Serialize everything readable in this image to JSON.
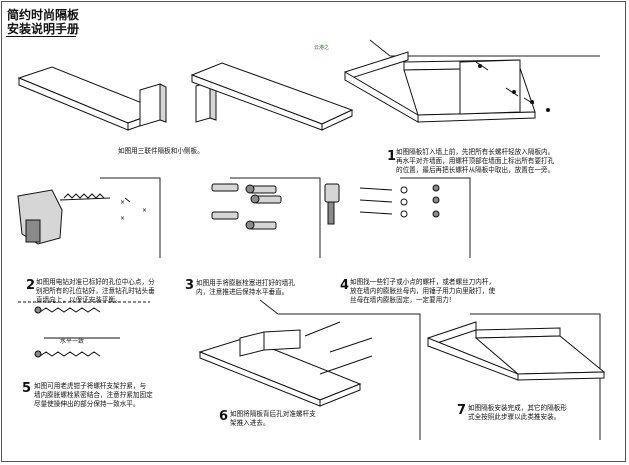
{
  "title": {
    "line1": "简约时尚隔板",
    "line2": "安装说明手册"
  },
  "watermark": "云港之",
  "steps": [
    {
      "number": "",
      "lines": [
        "如图用三联件隔板和小侧板。"
      ]
    },
    {
      "number": "1",
      "lines": [
        "如图隔板钉入墙上前，先把所有长螺杆轻放入隔板内。",
        "再水平对齐墙面，用螺杆顶部在墙面上标出所有要打孔",
        "的位置，最后再把长螺杆从隔板中取出，放置在一旁。"
      ]
    },
    {
      "number": "2",
      "lines": [
        "如图用电钻对准已标好的孔位中心点，分",
        "别把所有的孔位钻好，注意钻孔时钻头垂",
        "直墙向上，以保证安装平衡。"
      ]
    },
    {
      "number": "3",
      "lines": [
        "如图用手将膨胀栓塞进打好的墙孔",
        "内，注意推进后保持水平垂直。"
      ]
    },
    {
      "number": "4",
      "lines": [
        "如图找一些钉子或小点的螺杆，或者螺丝刀内杆，",
        "放在墙内的膨胀丝母内，用锤子用力向里敲打，使",
        "丝母在墙内膨胀固定，一定要用力!"
      ]
    },
    {
      "number": "5",
      "lines": [
        "如图可用老虎钳子将螺杆支架拧紧，与",
        "墙内膨胀螺栓紧密结合，注意拧紧加固定",
        "尽量使操伸出的部分保持一致水平。"
      ]
    },
    {
      "number": "6",
      "lines": [
        "如图将隔板背后孔对准螺杆支",
        "架推入进去。"
      ]
    },
    {
      "number": "7",
      "lines": [
        "如图隔板安装完成，其它的隔板形",
        "式全按照此步骤以此类推安装。"
      ]
    }
  ],
  "level_label": "水平一致",
  "icons": [
    "drill-icon",
    "hammer-icon",
    "anchor-icon",
    "screw-icon",
    "nut-icon",
    "shelf-icon"
  ]
}
